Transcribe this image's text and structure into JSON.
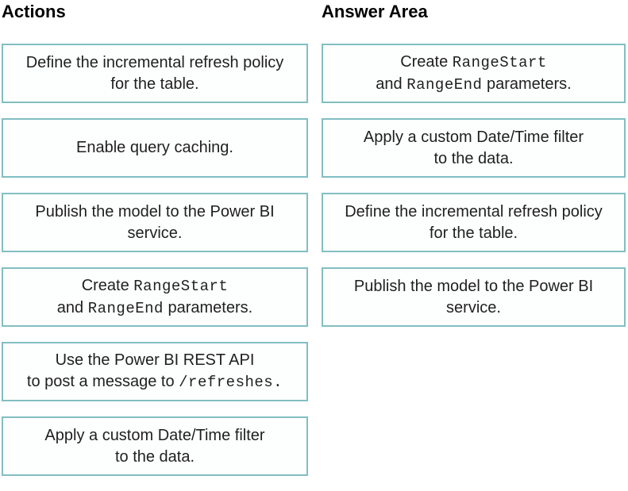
{
  "colors": {
    "box_border": "#82bec2",
    "box_background": "#fdfffe",
    "text": "#1f1f1f",
    "header_text": "#000000"
  },
  "headers": {
    "actions": "Actions",
    "answer_area": "Answer Area"
  },
  "actions": [
    {
      "id": "define-incremental-refresh-policy",
      "lines": [
        [
          {
            "t": "Define the incremental refresh policy"
          }
        ],
        [
          {
            "t": "for the table."
          }
        ]
      ]
    },
    {
      "id": "enable-query-caching",
      "lines": [
        [
          {
            "t": "Enable query caching."
          }
        ]
      ]
    },
    {
      "id": "publish-model-to-power-bi-service",
      "lines": [
        [
          {
            "t": "Publish the model to the Power BI"
          }
        ],
        [
          {
            "t": "service."
          }
        ]
      ]
    },
    {
      "id": "create-rangestart-rangeend-parameters",
      "lines": [
        [
          {
            "t": "Create "
          },
          {
            "t": "RangeStart",
            "mono": true
          }
        ],
        [
          {
            "t": "and "
          },
          {
            "t": "RangeEnd",
            "mono": true
          },
          {
            "t": " parameters."
          }
        ]
      ]
    },
    {
      "id": "use-power-bi-rest-api-post-refreshes",
      "lines": [
        [
          {
            "t": "Use the Power BI REST API"
          }
        ],
        [
          {
            "t": "to post a message to "
          },
          {
            "t": "/refreshes.",
            "mono": true
          }
        ]
      ]
    },
    {
      "id": "apply-custom-datetime-filter",
      "lines": [
        [
          {
            "t": "Apply a custom Date/Time filter"
          }
        ],
        [
          {
            "t": "to the data."
          }
        ]
      ]
    }
  ],
  "answer_area": [
    {
      "id": "create-rangestart-rangeend-parameters",
      "lines": [
        [
          {
            "t": "Create "
          },
          {
            "t": "RangeStart",
            "mono": true
          }
        ],
        [
          {
            "t": "and "
          },
          {
            "t": "RangeEnd",
            "mono": true
          },
          {
            "t": " parameters."
          }
        ]
      ]
    },
    {
      "id": "apply-custom-datetime-filter",
      "lines": [
        [
          {
            "t": "Apply a custom Date/Time filter"
          }
        ],
        [
          {
            "t": "to the data."
          }
        ]
      ]
    },
    {
      "id": "define-incremental-refresh-policy",
      "lines": [
        [
          {
            "t": "Define the incremental refresh policy"
          }
        ],
        [
          {
            "t": "for the table."
          }
        ]
      ]
    },
    {
      "id": "publish-model-to-power-bi-service",
      "lines": [
        [
          {
            "t": "Publish the model to the Power BI"
          }
        ],
        [
          {
            "t": "service."
          }
        ]
      ]
    }
  ]
}
